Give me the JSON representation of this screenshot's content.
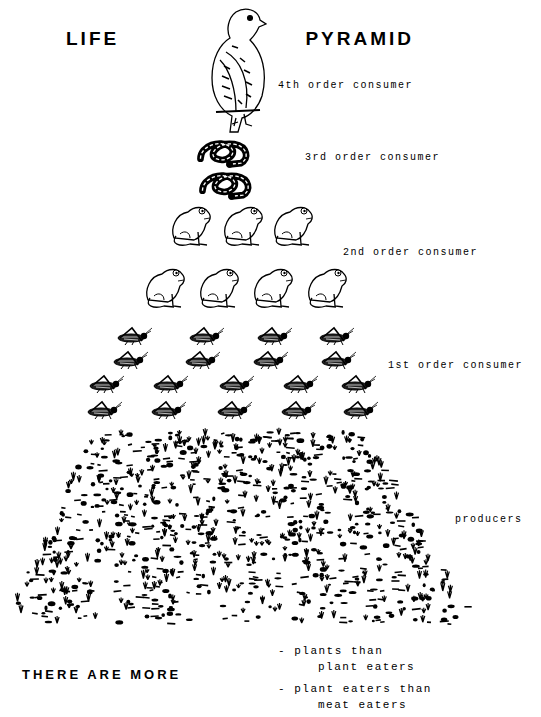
{
  "diagram": {
    "title": "LIFE PYRAMID",
    "labels": [
      "4th order consumer",
      "3rd order consumer",
      "2nd order consumer",
      "1st order consumer",
      "producers",
      "THERE ARE MORE",
      "- plants than plant eaters",
      "- plant eaters than meat eaters"
    ]
  }
}
